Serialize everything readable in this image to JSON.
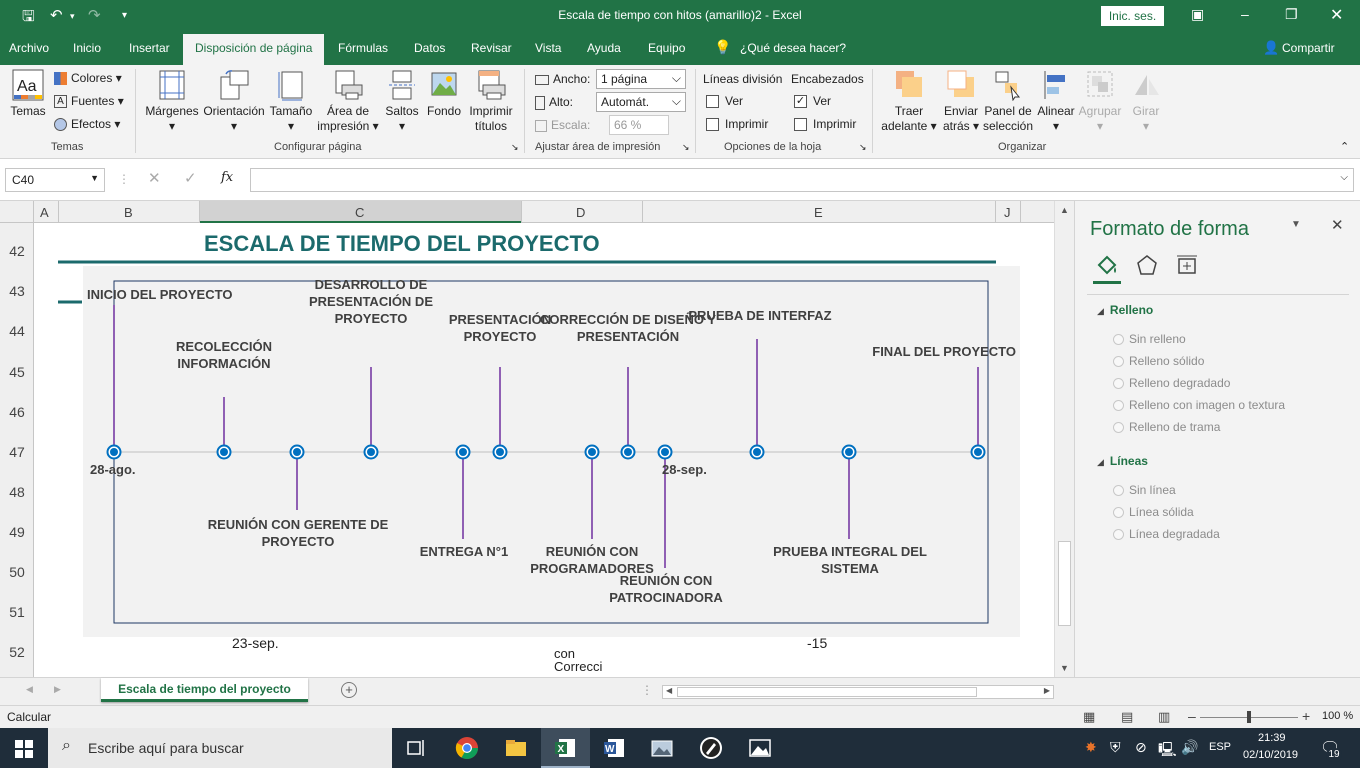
{
  "titlebar": {
    "title": "Escala de tiempo con hitos (amarillo)2  -  Excel",
    "signin": "Inic. ses."
  },
  "tabs": [
    "Archivo",
    "Inicio",
    "Insertar",
    "Disposición de página",
    "Fórmulas",
    "Datos",
    "Revisar",
    "Vista",
    "Ayuda",
    "Equipo"
  ],
  "tell_me": "¿Qué desea hacer?",
  "share": "Compartir",
  "ribbon": {
    "temas": "Temas",
    "colores": "Colores",
    "fuentes": "Fuentes",
    "efectos": "Efectos",
    "group_temas": "Temas",
    "margenes": "Márgenes",
    "orientacion": "Orientación",
    "tamano": "Tamaño",
    "area1": "Área de",
    "area2": "impresión",
    "saltos": "Saltos",
    "fondo": "Fondo",
    "imprimir1": "Imprimir",
    "imprimir2": "títulos",
    "group_config": "Configurar página",
    "ancho": "Ancho:",
    "ancho_val": "1 página",
    "alto": "Alto:",
    "alto_val": "Automát.",
    "escala": "Escala:",
    "escala_val": "66 %",
    "group_ajustar": "Ajustar área de impresión",
    "lineas": "Líneas división",
    "encabezados": "Encabezados",
    "ver": "Ver",
    "imprimir": "Imprimir",
    "group_opciones": "Opciones de la hoja",
    "traer1": "Traer",
    "traer2": "adelante",
    "enviar1": "Enviar",
    "enviar2": "atrás",
    "panel1": "Panel de",
    "panel2": "selección",
    "alinear": "Alinear",
    "agrupar": "Agrupar",
    "girar": "Girar",
    "group_organizar": "Organizar"
  },
  "formula": {
    "namebox": "C40",
    "fx": "fx"
  },
  "columns": [
    "A",
    "B",
    "C",
    "D",
    "E",
    "J"
  ],
  "rows": [
    "42",
    "43",
    "44",
    "45",
    "46",
    "47",
    "48",
    "49",
    "50",
    "51",
    "52"
  ],
  "timeline": {
    "title": "ESCALA DE TIEMPO DEL PROYECTO",
    "milestones_above": [
      {
        "lines": [
          "INICIO DEL PROYECTO"
        ]
      },
      {
        "lines": [
          "RECOLECCIÓN",
          "INFORMACIÓN"
        ]
      },
      {
        "lines": [
          "DESARROLLO DE",
          "PRESENTACIÓN DE",
          "PROYECTO"
        ]
      },
      {
        "lines": [
          "PRESENTACIÓN",
          "PROYECTO"
        ]
      },
      {
        "lines": [
          "CORRECCIÓN DE DISEÑO Y",
          "PRESENTACIÓN"
        ]
      },
      {
        "lines": [
          "PRUEBA DE INTERFAZ"
        ]
      },
      {
        "lines": [
          "FINAL DEL PROYECTO"
        ]
      }
    ],
    "milestones_below": [
      {
        "lines": [
          "REUNIÓN CON GERENTE DE",
          "PROYECTO"
        ]
      },
      {
        "lines": [
          "ENTREGA N°1"
        ]
      },
      {
        "lines": [
          "REUNIÓN CON",
          "PROGRAMADORES"
        ]
      },
      {
        "lines": [
          "REUNIÓN CON",
          "PATROCINADORA"
        ]
      },
      {
        "lines": [
          "PRUEBA INTEGRAL DEL",
          "SISTEMA"
        ]
      }
    ],
    "date_start": "28-ago.",
    "date_mid": "28-sep.",
    "cell_text_1": "23-sep.",
    "cell_text_2": "con",
    "cell_text_3": "Correcci",
    "cell_text_4": "-15"
  },
  "pane": {
    "title": "Formato de forma",
    "relleno": "Relleno",
    "fill_options": [
      "Sin relleno",
      "Relleno sólido",
      "Relleno degradado",
      "Relleno con imagen o textura",
      "Relleno de trama"
    ],
    "lineas": "Líneas",
    "line_options": [
      "Sin línea",
      "Línea sólida",
      "Línea degradada"
    ]
  },
  "sheet_tab": "Escala de tiempo del proyecto",
  "status": {
    "left": "Calcular",
    "zoom": "100 %"
  },
  "taskbar": {
    "search": "Escribe aquí para buscar",
    "lang": "ESP",
    "time": "21:39",
    "date": "02/10/2019",
    "notif": "19"
  },
  "colors": {
    "excel_green": "#217346",
    "title_teal": "#1b6a6c",
    "stem_purple": "#7030a0",
    "marker_blue": "#0070c0"
  }
}
